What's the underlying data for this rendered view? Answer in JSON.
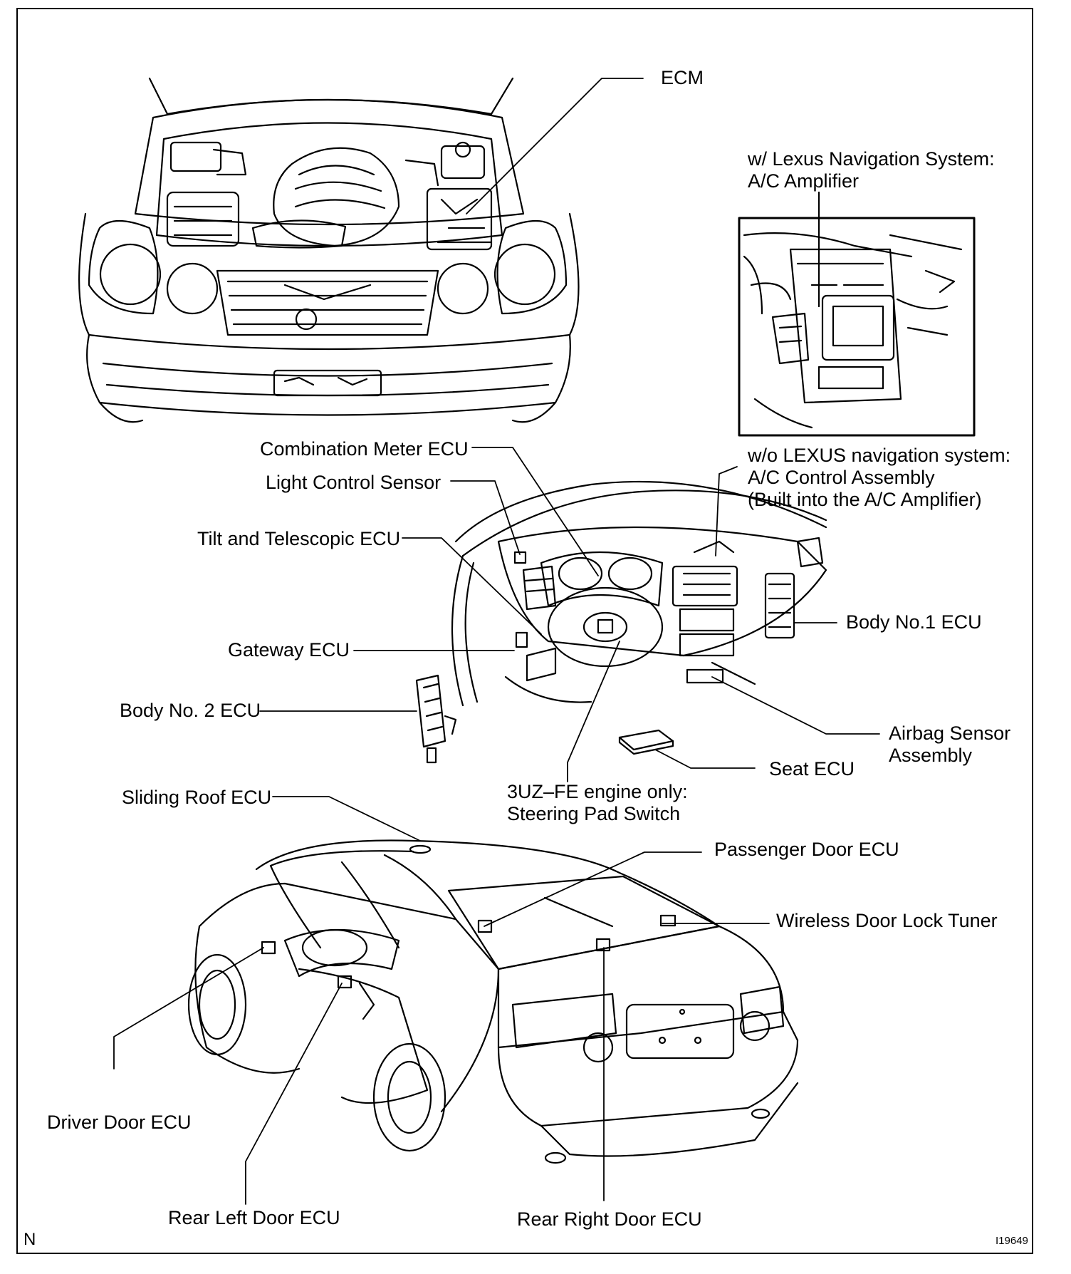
{
  "labels": {
    "ecm": "ECM",
    "nav_line1": "w/ Lexus Navigation System:",
    "nav_line2": "A/C Amplifier",
    "combination_meter": "Combination Meter ECU",
    "light_control": "Light Control Sensor",
    "tilt_telescopic": "Tilt and Telescopic ECU",
    "gateway": "Gateway ECU",
    "body_no2": "Body No. 2 ECU",
    "sliding_roof": "Sliding Roof ECU",
    "wo_nav_line1": "w/o LEXUS navigation system:",
    "wo_nav_line2": "A/C Control Assembly",
    "wo_nav_line3": "(Built into the A/C Amplifier)",
    "body_no1": "Body No.1 ECU",
    "airbag_line1": "Airbag Sensor",
    "airbag_line2": "Assembly",
    "seat": "Seat ECU",
    "steering_line1": "3UZ–FE engine only:",
    "steering_line2": "Steering Pad Switch",
    "passenger_door": "Passenger Door ECU",
    "wireless": "Wireless Door Lock Tuner",
    "driver_door": "Driver Door ECU",
    "rear_left": "Rear Left Door ECU",
    "rear_right": "Rear Right Door ECU"
  },
  "corner_code": "N",
  "figure_id": "I19649"
}
